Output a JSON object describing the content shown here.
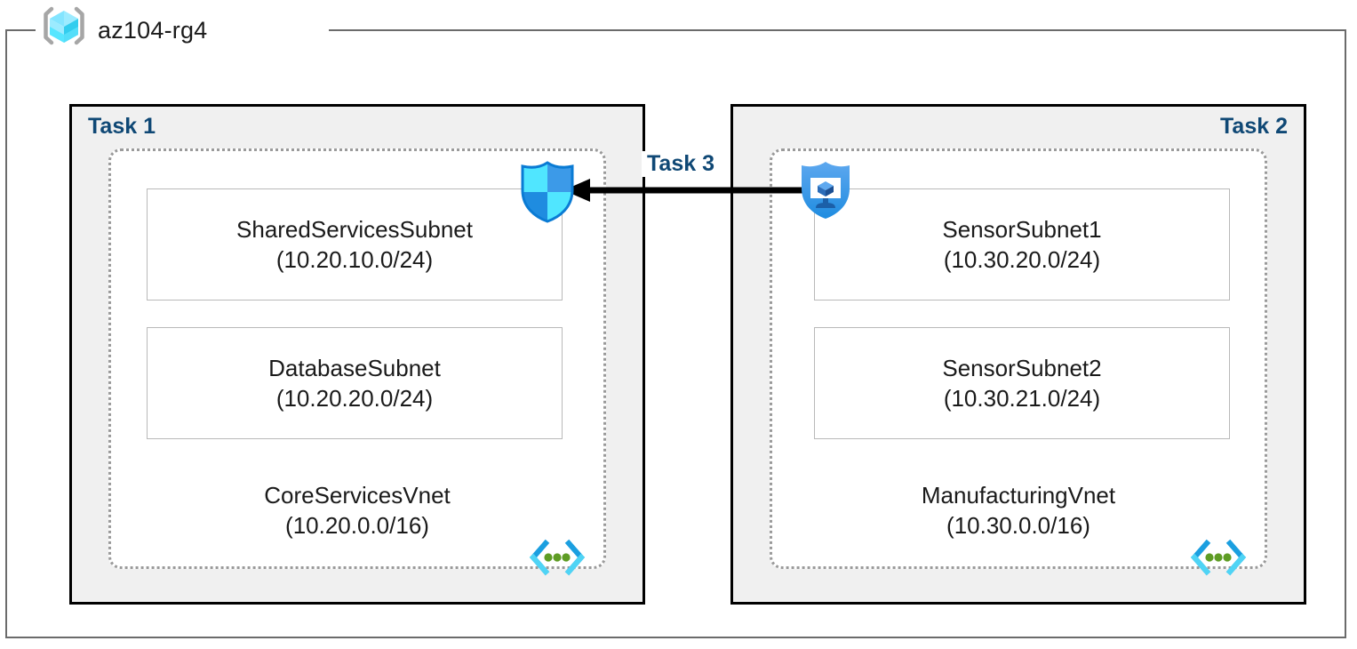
{
  "resource_group": {
    "name": "az104-rg4",
    "icon": "resource-group-cube-icon"
  },
  "tasks": {
    "task1_label": "Task 1",
    "task2_label": "Task 2",
    "task3_label": "Task 3"
  },
  "vnets": [
    {
      "id": "core-services",
      "name": "CoreServicesVnet",
      "cidr": "(10.20.0.0/16)",
      "icon": "virtual-network-icon",
      "subnets": [
        {
          "name": "SharedServicesSubnet",
          "cidr": "(10.20.10.0/24)"
        },
        {
          "name": "DatabaseSubnet",
          "cidr": "(10.20.20.0/24)"
        }
      ]
    },
    {
      "id": "manufacturing",
      "name": "ManufacturingVnet",
      "cidr": "(10.30.0.0/16)",
      "icon": "virtual-network-icon",
      "subnets": [
        {
          "name": "SensorSubnet1",
          "cidr": "(10.30.20.0/24)"
        },
        {
          "name": "SensorSubnet2",
          "cidr": "(10.30.21.0/24)"
        }
      ]
    }
  ],
  "icons": {
    "nsg_shield": "network-security-group-shield-icon",
    "bastion_shield": "azure-bastion-shield-icon",
    "connector": "peering-arrow-icon"
  },
  "colors": {
    "task_label": "#0f4875",
    "task_box_fill": "#f0f0f0",
    "task_box_border": "#000000",
    "vnet_dotted_border": "#9a9a9a",
    "subnet_border": "#b9b9b9",
    "frame_border": "#6b6b6b",
    "arrow": "#000000",
    "azure_blue": "#0078d4",
    "cube_cyan": "#50e6ff",
    "vnet_green_dot": "#5e9c24"
  }
}
